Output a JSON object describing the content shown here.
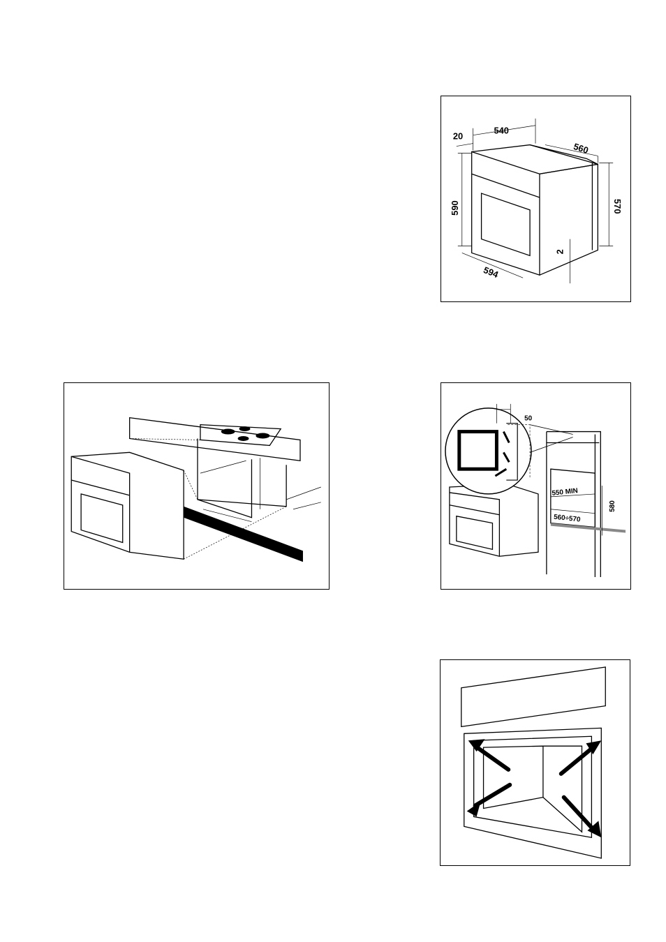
{
  "figures": {
    "dimensions": {
      "labels": {
        "offset": "20",
        "width_top": "540",
        "depth": "560",
        "height": "590",
        "cabinet_height": "570",
        "gap": "2",
        "front_width": "594"
      }
    },
    "ventilation": {
      "labels": {
        "gap": "50",
        "min_width": "550 MIN",
        "height": "580",
        "depth_range": "560÷570"
      }
    }
  }
}
